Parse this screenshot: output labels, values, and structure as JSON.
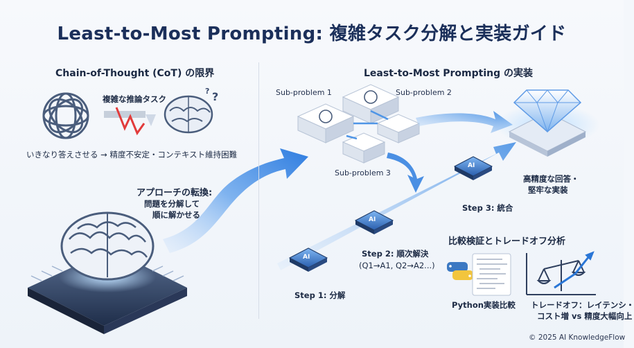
{
  "title": "Least-to-Most Prompting: 複雑タスク分解と実装ガイド",
  "left": {
    "heading": "Chain-of-Thought (CoT) の限界",
    "complex_task": "複雑な推論タスク",
    "problem": "いきなり答えさせる → 精度不安定・コンテキスト維持困難",
    "shift_title": "アプローチの転換:",
    "shift_line1": "問題を分解して",
    "shift_line2": "順に解かせる"
  },
  "right": {
    "heading": "Least-to-Most Prompting の実装",
    "sub1": "Sub-problem 1",
    "sub2": "Sub-problem 2",
    "sub3": "Sub-problem 3",
    "result_line1": "高精度な回答・",
    "result_line2": "堅牢な実装",
    "step3": "Step 3: 統合",
    "step2_line1": "Step 2: 順次解決",
    "step2_line2": "(Q1→A1, Q2→A2...)",
    "step1": "Step 1: 分解",
    "chip_label": "AI",
    "compare_heading": "比較検証とトレードオフ分析",
    "python_label": "Python実装比較",
    "tradeoff_line1": "トレードオフ：レイテンシ・",
    "tradeoff_line2": "コスト増 vs 精度大幅向上"
  },
  "footer": "© 2025 AI KnowledgeFlow"
}
